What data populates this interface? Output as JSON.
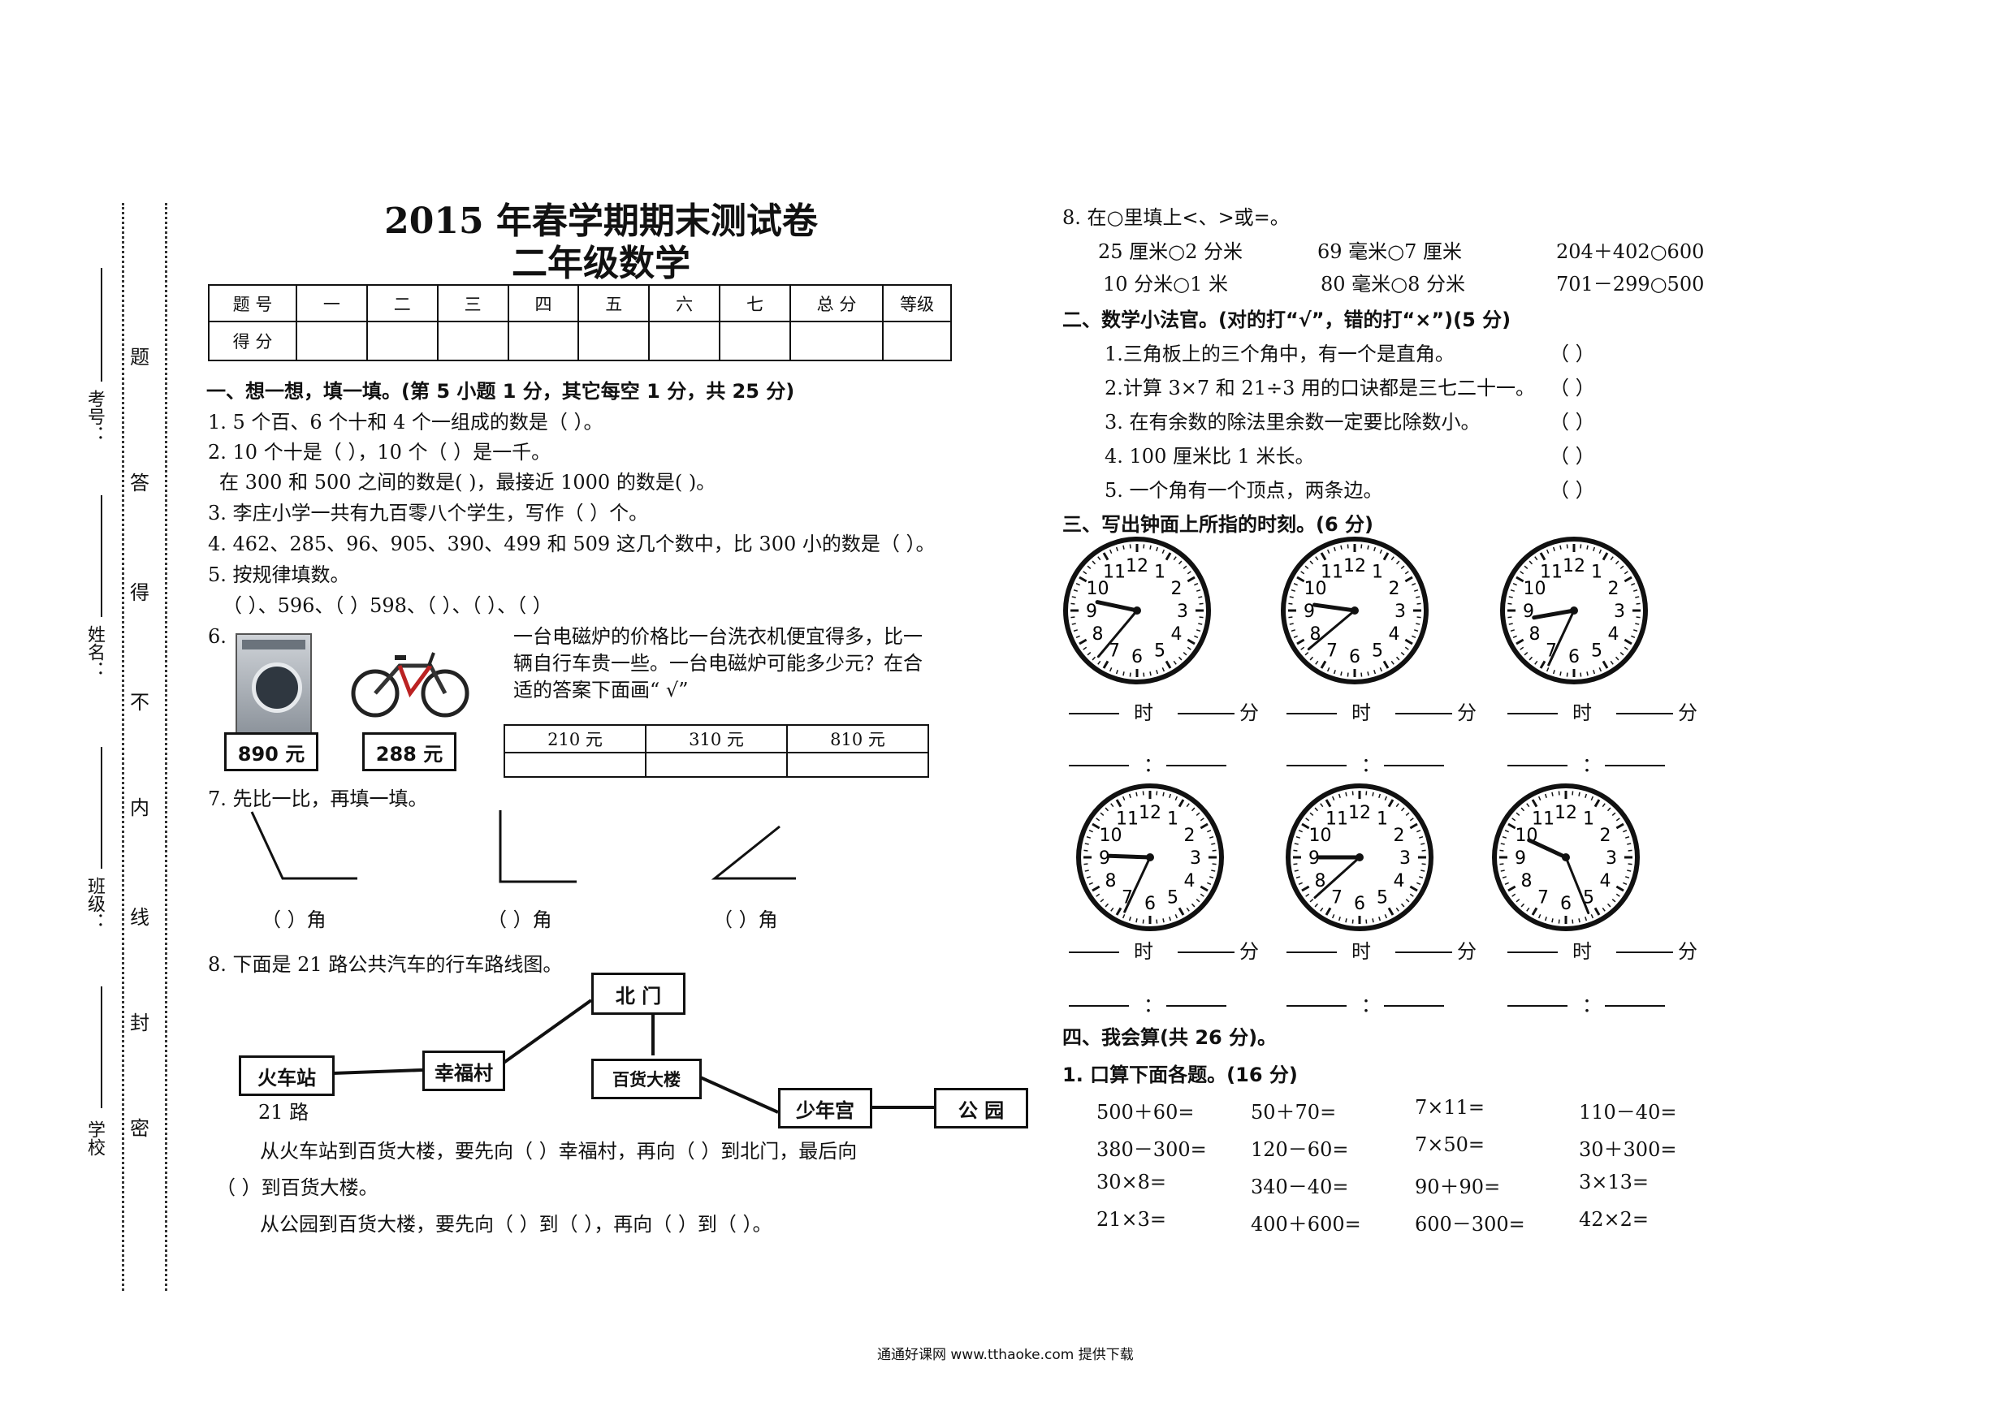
{
  "header": {
    "title": "2015 年春学期期末测试卷",
    "subtitle": "二年级数学"
  },
  "binding_margin": {
    "fields": [
      "考号：",
      "姓名：",
      "班级：",
      "学校"
    ],
    "warning": [
      "题",
      "答",
      "得",
      "不",
      "内",
      "线",
      "封",
      "密"
    ]
  },
  "score_table": {
    "headers": [
      "题 号",
      "一",
      "二",
      "三",
      "四",
      "五",
      "六",
      "七",
      "总 分",
      "等级"
    ],
    "row_label": "得 分"
  },
  "part1": {
    "heading": "一、想一想，填一填。(第 5 小题 1 分，其它每空 1 分，共 25 分)",
    "q1": "1. 5 个百、6 个十和 4 个一组成的数是（        ）。",
    "q2": "2. 10 个十是（      ），10 个（      ）是一千。",
    "q2b": "在 300 和 500 之间的数是(                          )，最接近 1000 的数是(            )。",
    "q3": "3. 李庄小学一共有九百零八个学生，写作（         ）个。",
    "q4": "4. 462、285、96、905、390、499 和 509 这几个数中，比 300 小的数是（                    ）。",
    "q5": "5. 按规律填数。",
    "q5b": "（        ）、596、（        ）598、（        ）、（        ）、（        ）",
    "q6_num": "6.",
    "q6_text": [
      "一台电磁炉的价格比一台洗衣机便宜得多，比一",
      "辆自行车贵一些。一台电磁炉可能多少元？在合",
      "适的答案下面画“ √”"
    ],
    "q6_price_washer": "890 元",
    "q6_price_bike": "288 元",
    "q6_options": [
      "210 元",
      "310 元",
      "810 元"
    ],
    "q7": "7. 先比一比，再填一填。",
    "q7_label": "（      ）角",
    "q8": "8. 下面是 21 路公共汽车的行车路线图。",
    "route": {
      "stops": [
        "火车站",
        "幸福村",
        "北  门",
        "百货大楼",
        "少年宫",
        "公  园"
      ],
      "bus": "21 路"
    },
    "q8a": "从火车站到百货大楼，要先向（          ）幸福村，再向（          ）到北门，最后向",
    "q8b": "（        ）到百货大楼。",
    "q8c": "从公园到百货大楼，要先向（        ）到（        ），再向（        ）到（        ）。"
  },
  "right": {
    "q8_heading": "8. 在○里填上<、>或=。",
    "compare": [
      [
        "25 厘米○2 分米",
        "69 毫米○7 厘米",
        "204＋402○600"
      ],
      [
        "10 分米○1 米",
        "80 毫米○8 分米",
        "701－299○500"
      ]
    ],
    "part2_heading": "二、数学小法官。(对的打“√”，错的打“×”)(5 分)",
    "judge": [
      "1.三角板上的三个角中，有一个是直角。",
      "2.计算 3×7 和 21÷3 用的口诀都是三七二十一。",
      "3. 在有余数的除法里余数一定要比除数小。",
      "4. 100 厘米比 1 米长。",
      "5. 一个角有一个顶点，两条边。"
    ],
    "paren": "（        ）",
    "part3_heading": "三、写出钟面上所指的时刻。(6 分)",
    "clock_hours": [
      "时",
      "分"
    ],
    "colon": "：",
    "part4_heading": "四、我会算(共 26 分)。",
    "calc_heading": "1. 口算下面各题。(16 分)",
    "calc": [
      [
        "500＋60=",
        "50＋70=",
        "7×11=",
        "110－40="
      ],
      [
        "380－300=",
        "120－60=",
        "7×50=",
        "30＋300="
      ],
      [
        "30×8=",
        "340－40=",
        "90＋90=",
        "3×13="
      ],
      [
        "21×3=",
        "400＋600=",
        "600－300=",
        "42×2="
      ]
    ]
  },
  "footer": "通通好课网  www.tthaoke.com  提供下载"
}
